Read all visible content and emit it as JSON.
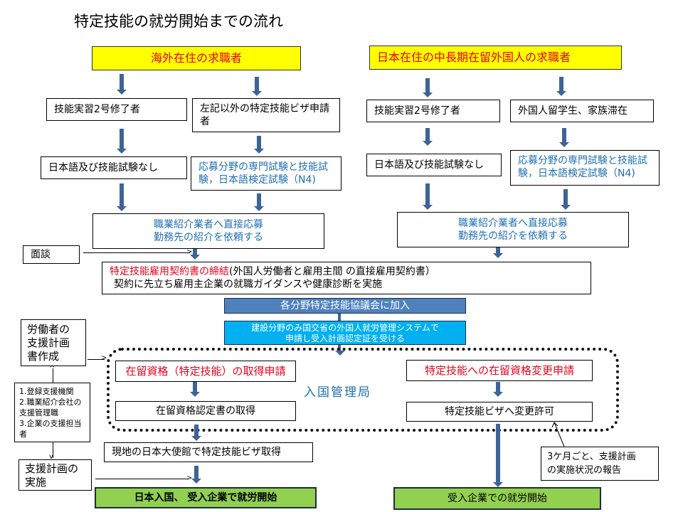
{
  "title": "特定技能の就労開始までの流れ",
  "header_left": "海外在住の求職者",
  "header_right": "日本在住の中長期在留外国人の求職者",
  "left_col": {
    "tech_intern": "技能実習2号修了者",
    "no_exam": "日本語及び技能試験なし",
    "other_applicants": "左記以外の特定技能ビザ申請者",
    "exam": "応募分野の専門試験と技能試験，日本語検定試験（N4)",
    "recruit_line1": "職業紹介業者へ直接応募",
    "recruit_line2": "勤務先の紹介を依頼する"
  },
  "right_col": {
    "tech_intern": "技能実習2号修了者",
    "no_exam": "日本語及び技能試験なし",
    "students": "外国人留学生、家族滞在",
    "exam": "応募分野の専門試験と技能試験，日本語検定試験（N4)",
    "recruit_line1": "職業紹介業者へ直接応募",
    "recruit_line2": "勤務先の紹介を依頼する"
  },
  "interview": "面談",
  "contract": {
    "red_part": "特定技能雇用契約書の締結",
    "rest_line1": "(外国人労働者と雇用主間 の直接雇用契約書）",
    "line2": "契約に先立ち雇用主企業の就職ガイダンスや健康診断を実施"
  },
  "council": "各分野特定技能協議会に加入",
  "construction_line1": "建設分野のみ国交省の外国人就労管理システムで",
  "construction_line2": "申請し受入計画認定証を受ける",
  "support_plan_creation": "労働者の支援計画書作成",
  "supporters": [
    "1.登録支援機関",
    "2.職業紹介会社の支援管理職",
    "3.企業の支援担当者"
  ],
  "support_plan_impl": "支援計画の実施",
  "immigration_label": "入国管理局",
  "status_apply": "在留資格（特定技能）の取得申請",
  "status_cert": "在留資格認定書の取得",
  "status_change_apply": "特定技能への在留資格変更申請",
  "visa_change_permit": "特定技能ビザへ変更許可",
  "embassy_visa": "現地の日本大使館で特定技能ビザ取得",
  "enter_japan": "日本入国、 受入企業で就労開始",
  "start_work": "受入企業での就労開始",
  "report_line1": "3ケ月ごと、支援計画",
  "report_line2": "の実施状況の報告",
  "colors": {
    "header_bg": "#ffff00",
    "header_text": "#e8001c",
    "arrow": "#3e6496",
    "blue_text": "#1f6fb4",
    "council_bg": "#4f81bd",
    "construction_bg": "#00b0f0",
    "final_bg": "#92d050"
  }
}
